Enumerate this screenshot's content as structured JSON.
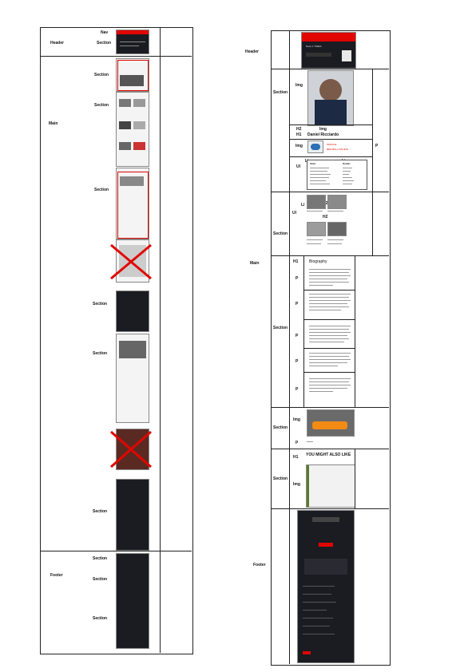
{
  "left_diagram": {
    "labels": {
      "header": "Header",
      "nav": "Nav",
      "section": "Section",
      "main": "Main",
      "footer": "Footer"
    }
  },
  "right_diagram": {
    "labels": {
      "header": "Header",
      "main": "Main",
      "footer": "Footer",
      "section": "Section",
      "img": "Img",
      "h2": "H2",
      "h1": "H1",
      "ul": "Ul",
      "li": "Li",
      "p": "P",
      "p_lower": "p",
      "p_single": "P"
    },
    "driver_name": "Daniel Ricciardo",
    "biography_heading": "Biography",
    "might_also_like": "YOU MIGHT ALSO LIKE",
    "countdown_label": "Race 1 TIMES",
    "list_header_left": "Stats",
    "list_header_right": "Details",
    "sponsor_text_1": "ORACLE",
    "sponsor_text_2": "RED BULL RACING"
  },
  "colors": {
    "f1_red": "#e10600",
    "dark": "#1b1b22",
    "border": "#222222",
    "outline_red": "#e10600"
  }
}
